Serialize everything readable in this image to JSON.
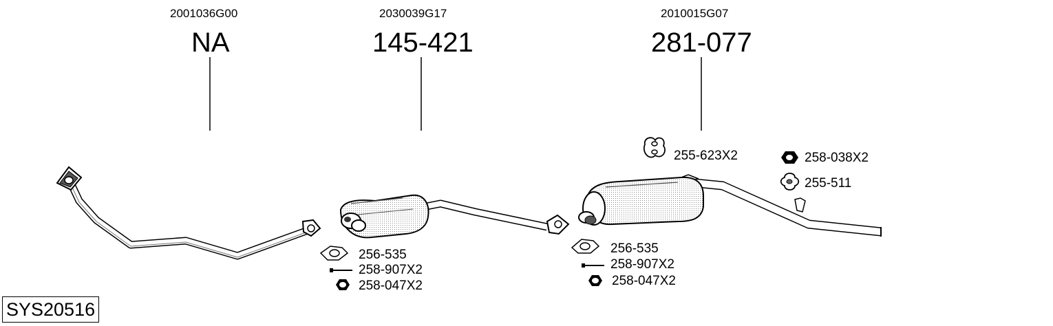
{
  "groups": [
    {
      "oe": "2001036G00",
      "part": "NA"
    },
    {
      "oe": "2030039G17",
      "part": "145-421"
    },
    {
      "oe": "2010015G07",
      "part": "281-077"
    }
  ],
  "fittings_left": {
    "gasket": "256-535",
    "bolt": "258-907X2",
    "nut": "258-047X2"
  },
  "fittings_right": {
    "gasket": "256-535",
    "bolt": "258-907X2",
    "nut": "258-047X2"
  },
  "rear_fittings": {
    "hanger": "255-623X2",
    "nut": "258-038X2",
    "mount": "255-511"
  },
  "system_id": "SYS20516"
}
